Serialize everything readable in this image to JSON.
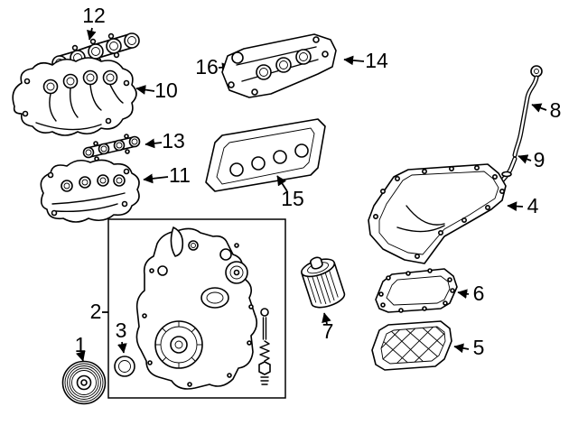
{
  "figure": {
    "background": "#ffffff",
    "line_color": "#000000",
    "callouts": {
      "c1": "1",
      "c2": "2",
      "c3": "3",
      "c4": "4",
      "c5": "5",
      "c6": "6",
      "c7": "7",
      "c8": "8",
      "c9": "9",
      "c10": "10",
      "c11": "11",
      "c12": "12",
      "c13": "13",
      "c14": "14",
      "c15": "15",
      "c16": "16"
    }
  }
}
